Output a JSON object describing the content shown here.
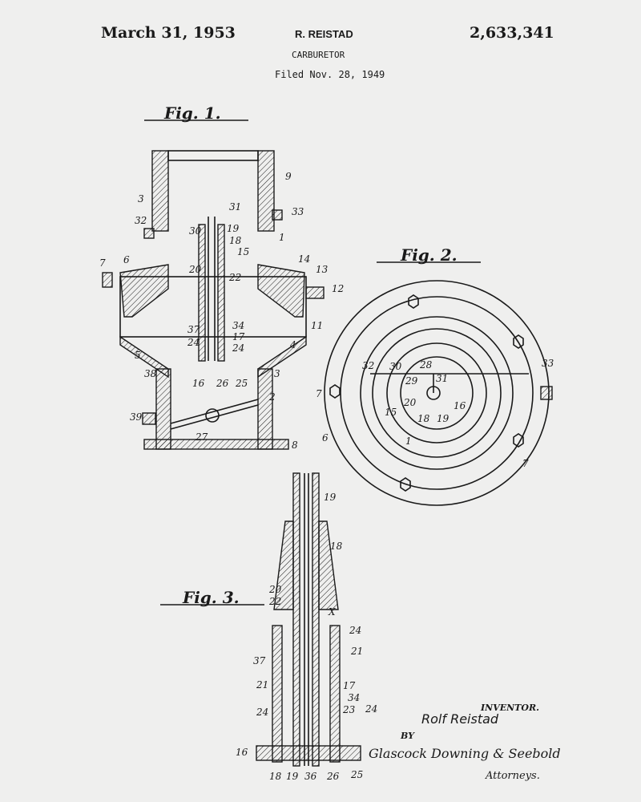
{
  "header": {
    "date": "March 31, 1953",
    "inventor": "R. REISTAD",
    "title": "CARBURETOR",
    "filed": "Filed Nov. 28, 1949",
    "patent_number": "2,633,341"
  },
  "figures": [
    {
      "title": "Fig. 1.",
      "labels": [
        "3",
        "9",
        "31",
        "33",
        "32",
        "30",
        "19",
        "1",
        "18",
        "15",
        "7",
        "6",
        "14",
        "13",
        "12",
        "20",
        "22",
        "37",
        "24",
        "34",
        "17",
        "24",
        "11",
        "5",
        "4",
        "38",
        "16",
        "26",
        "25",
        "3",
        "2",
        "39",
        "27",
        "8"
      ]
    },
    {
      "title": "Fig. 2.",
      "labels": [
        "32",
        "30",
        "28",
        "31",
        "29",
        "33",
        "7",
        "20",
        "16",
        "15",
        "18",
        "19",
        "6",
        "1",
        "7"
      ]
    },
    {
      "title": "Fig. 3.",
      "labels": [
        "19",
        "18",
        "20",
        "22",
        "X",
        "24",
        "37",
        "21",
        "21",
        "17",
        "34",
        "24",
        "23",
        "24",
        "16",
        "18",
        "19",
        "36",
        "26",
        "25"
      ]
    }
  ],
  "signature": {
    "inventor_label": "INVENTOR.",
    "inventor_name": "Rolf Reistad",
    "by": "BY",
    "attorneys_signature": "Glascock Downing & Seebold",
    "attorneys_label": "Attorneys."
  }
}
